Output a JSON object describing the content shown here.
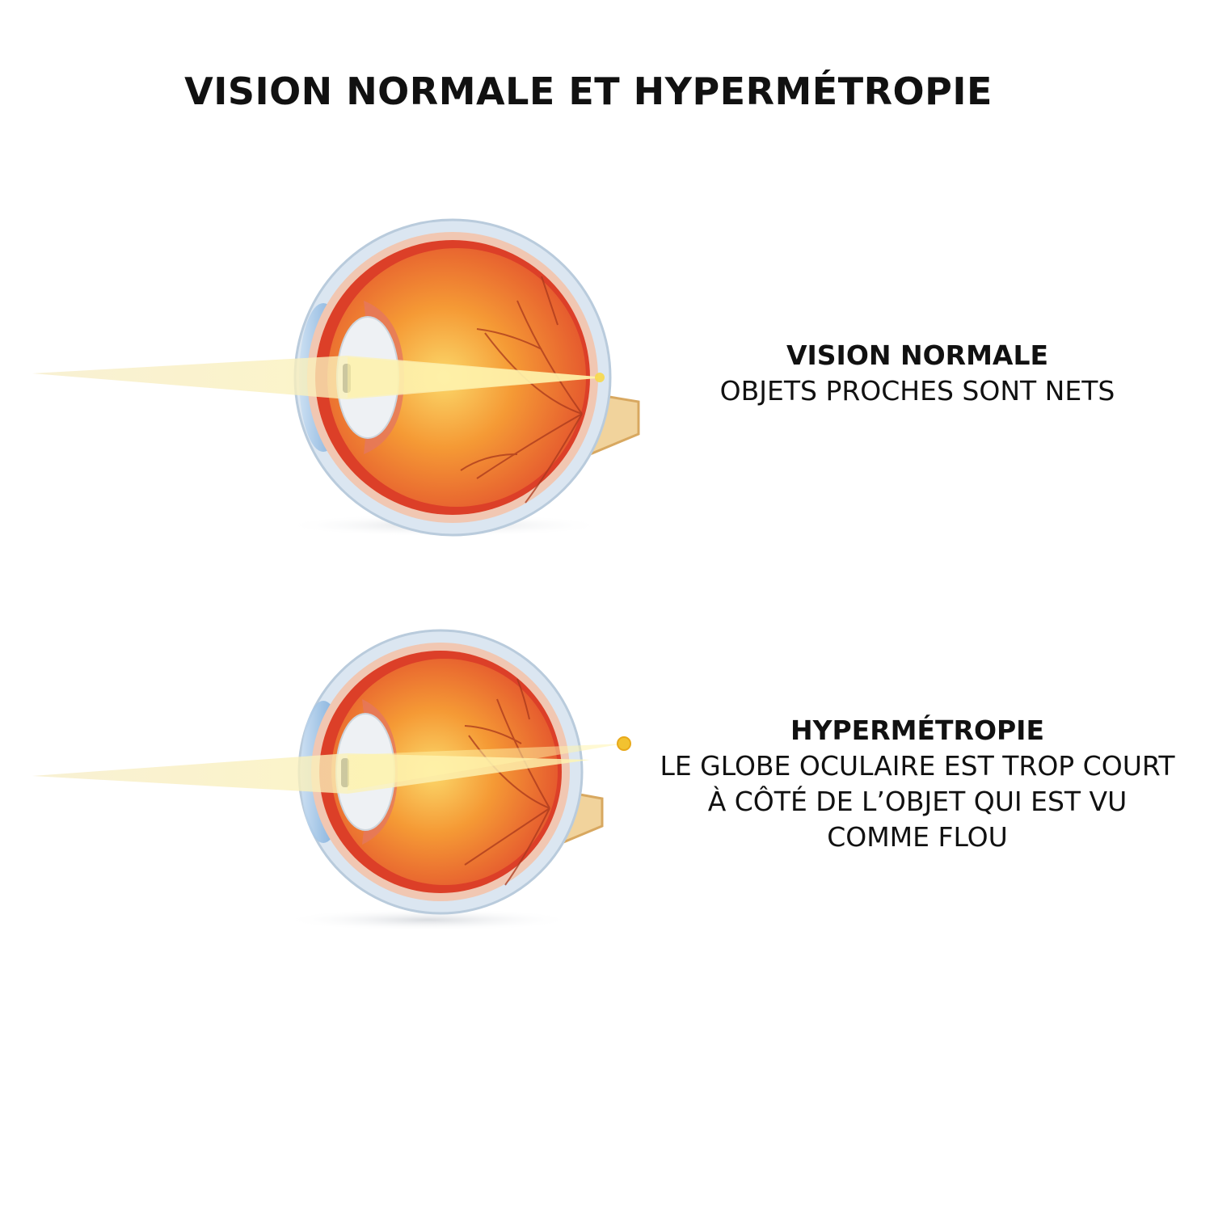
{
  "title": "VISION NORMALE ET HYPERMÉTROPIE",
  "sections": [
    {
      "id": "normal",
      "heading": "VISION NORMALE",
      "lines": [
        "OBJETS PROCHES SONT NETS"
      ]
    },
    {
      "id": "hyper",
      "heading": "HYPERMÉTROPIE",
      "lines": [
        "LE GLOBE OCULAIRE EST TROP COURT",
        "À CÔTÉ DE L’OBJET QUI EST VU",
        "COMME FLOU"
      ]
    }
  ],
  "colors": {
    "sclera_outer": "#d6e3ef",
    "choroid_red": "#e0442c",
    "retina_orange": "#f6a23a",
    "lens": "#eef1f4",
    "cornea_blue": "#7fb4e0",
    "light_beam": "#f4e7b0",
    "focus_point": "#f2c230",
    "vessel": "#b0391f",
    "optic_nerve": "#f1d39c"
  }
}
